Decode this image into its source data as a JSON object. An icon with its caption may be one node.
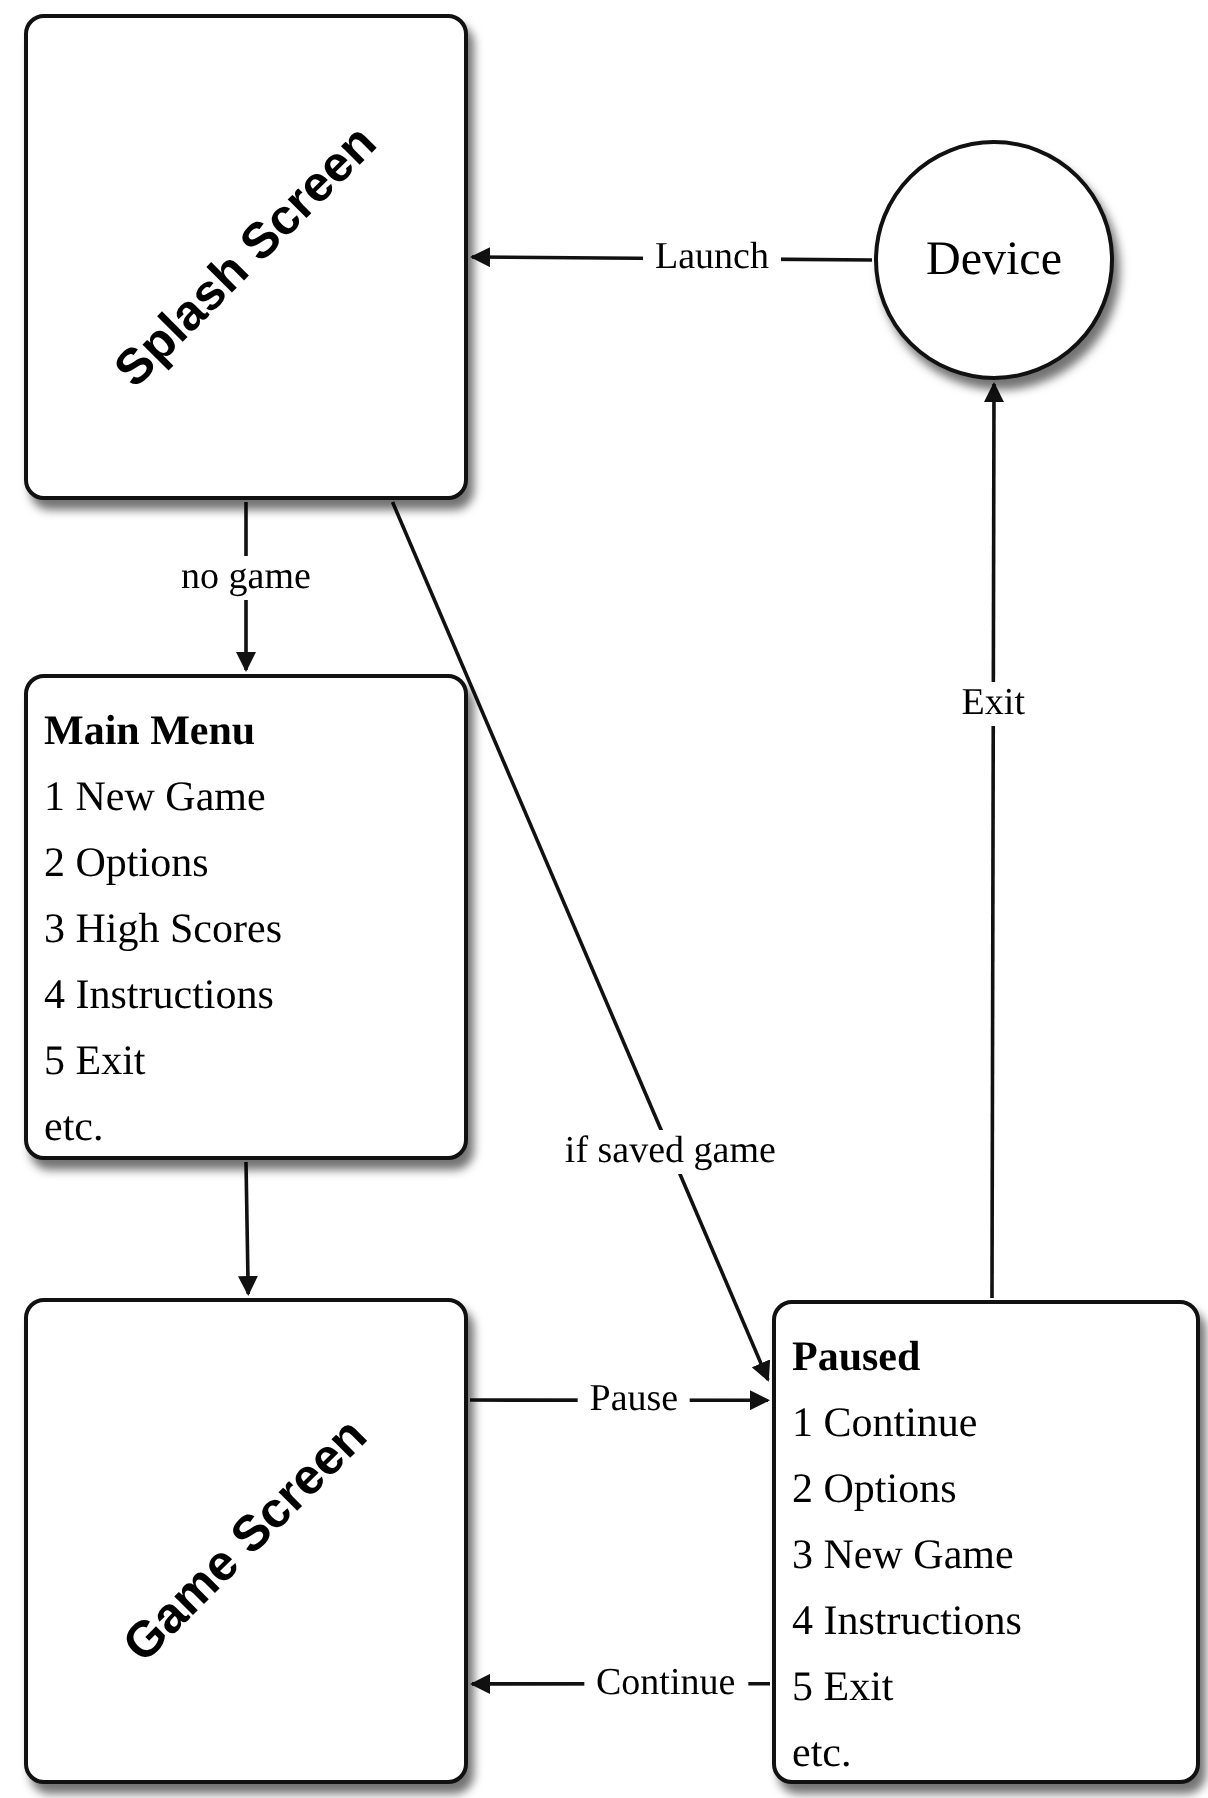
{
  "diagram": {
    "nodes": [
      {
        "text": [
          "Splash Screen"
        ]
      },
      {
        "text": [
          "Device"
        ]
      },
      {
        "text": [
          "Main Menu",
          "1 New Game",
          "2 Options",
          "3 High Scores",
          "4 Instructions",
          "5 Exit",
          "etc."
        ]
      },
      {
        "text": [
          "Game Screen"
        ]
      },
      {
        "text": [
          "Paused",
          "1 Continue",
          "2 Options",
          "3 New Game",
          "4 Instructions",
          "5 Exit",
          "etc."
        ]
      }
    ],
    "edges": [
      {
        "from": 1,
        "to": 0,
        "arrow": "to",
        "label": "Launch"
      },
      {
        "from": 0,
        "to": 2,
        "arrow": "to",
        "label": "no game"
      },
      {
        "from": 0,
        "to": 4,
        "arrow": "to",
        "label": "if saved game"
      },
      {
        "from": 2,
        "to": 3,
        "arrow": "to"
      },
      {
        "from": 3,
        "to": 4,
        "arrow": "to",
        "label": "Pause"
      },
      {
        "from": 4,
        "to": 3,
        "arrow": "to",
        "label": "Continue"
      },
      {
        "from": 4,
        "to": 1,
        "arrow": "to",
        "label": "Exit"
      }
    ]
  }
}
